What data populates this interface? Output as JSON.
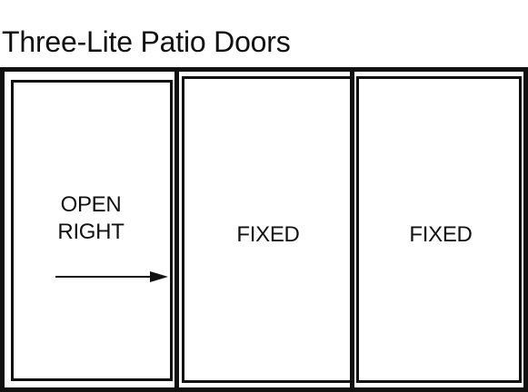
{
  "title": "Three-Lite Patio Doors",
  "panels": [
    {
      "lines": [
        "OPEN",
        "RIGHT"
      ],
      "operation": "sliding",
      "direction": "right",
      "arrow_icon": "arrow-right-icon"
    },
    {
      "lines": [
        "FIXED"
      ],
      "operation": "fixed"
    },
    {
      "lines": [
        "FIXED"
      ],
      "operation": "fixed"
    }
  ],
  "colors": {
    "line": "#111111",
    "background": "#ffffff"
  }
}
